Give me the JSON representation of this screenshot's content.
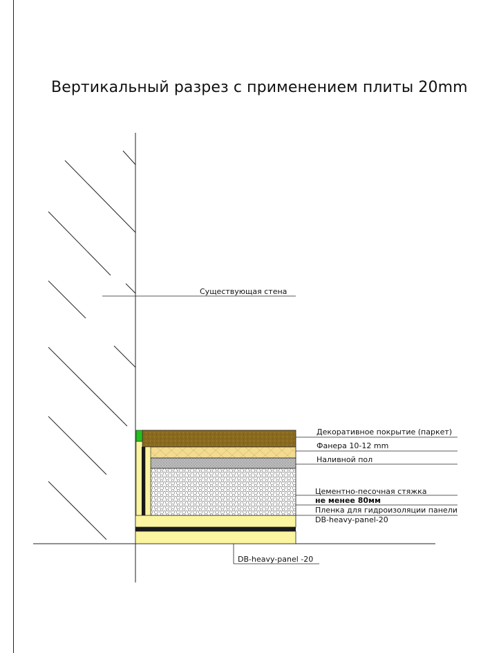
{
  "title": "Вертикальный разрез с применением плиты 20mm",
  "labels": {
    "existing_wall": "Существующая стена",
    "decorative": "Декоративное покрытие (паркет)",
    "plywood": "Фанера 10-12 mm",
    "self_level": "Наливной пол",
    "screed_line1": "Цементно-песочная стяжка",
    "screed_line2": "не менее 80мм",
    "film": "Пленка для гидроизоляции панели",
    "panel_upper": "DB-heavy-panel-20",
    "panel_bottom": "DB-heavy-panel -20"
  },
  "colors": {
    "parquet": "#8a6a1f",
    "plywood": "#f3dc92",
    "self_level": "#b8b8b8",
    "screed": "#ffffff",
    "panel": "#fbf4a0",
    "film": "#1a1a1a",
    "edge_green": "#22c11e"
  }
}
